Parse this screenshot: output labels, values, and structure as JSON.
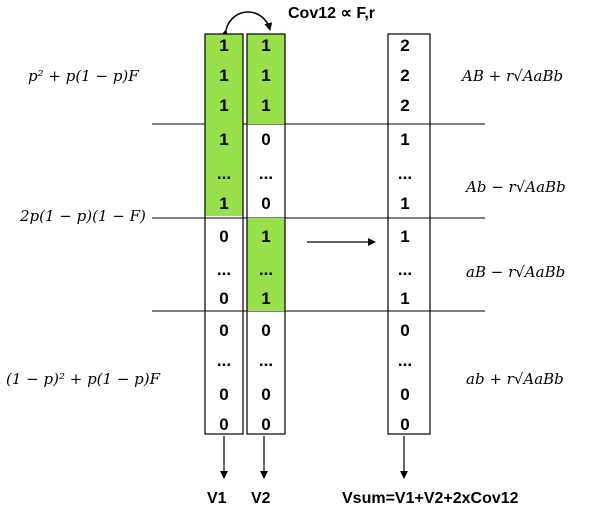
{
  "header": {
    "covariance_label": "Cov12 ∝ F,r"
  },
  "columns": {
    "v1": [
      "1",
      "1",
      "1",
      "1",
      "...",
      "1",
      "0",
      "...",
      "0",
      "0",
      "...",
      "0",
      "0"
    ],
    "v2": [
      "1",
      "1",
      "1",
      "0",
      "...",
      "0",
      "1",
      "...",
      "1",
      "0",
      "...",
      "0",
      "0"
    ],
    "vsum": [
      "2",
      "2",
      "2",
      "1",
      "...",
      "1",
      "1",
      "...",
      "1",
      "0",
      "...",
      "0",
      "0"
    ]
  },
  "highlights": {
    "color": "#99e04d",
    "v1_rows": [
      0,
      1,
      2,
      3,
      4,
      5
    ],
    "v2_rows": [
      0,
      1,
      2,
      6,
      7,
      8
    ]
  },
  "left_formulas": {
    "group1": "p² + p(1 − p)F",
    "group2": "2p(1 − p)(1 − F)",
    "group3": "(1 − p)² + p(1 − p)F"
  },
  "right_formulas": {
    "f1": "AB + r√AaBb",
    "f2": "Ab − r√AaBb",
    "f3": "aB − r√AaBb",
    "f4": "ab + r√AaBb"
  },
  "footer": {
    "v1": "V1",
    "v2": "V2",
    "vsum": "Vsum=V1+V2+2xCov12"
  }
}
